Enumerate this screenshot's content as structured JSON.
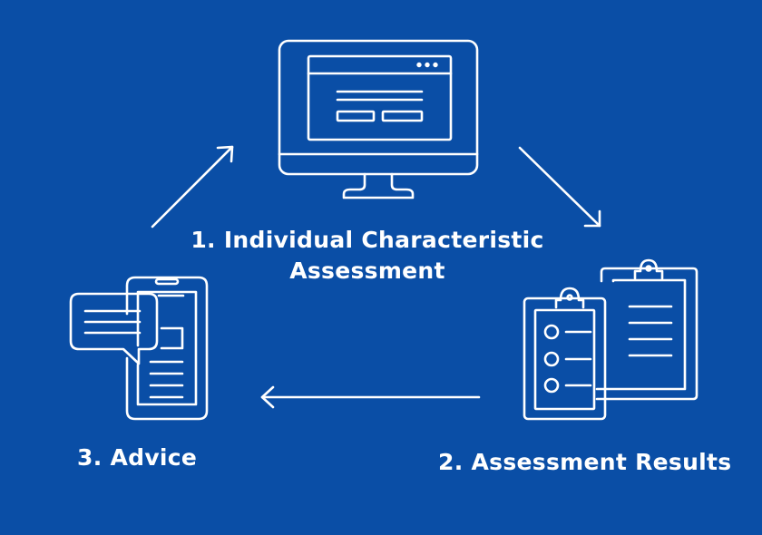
{
  "steps": {
    "assessment": {
      "label": "1. Individual Characteristic Assessment",
      "icon": "monitor-icon"
    },
    "results": {
      "label": "2. Assessment Results",
      "icon": "clipboards-icon"
    },
    "advice": {
      "label": "3. Advice",
      "icon": "phone-chat-icon"
    }
  },
  "colors": {
    "background": "#0a4ea6",
    "foreground": "#ffffff"
  }
}
